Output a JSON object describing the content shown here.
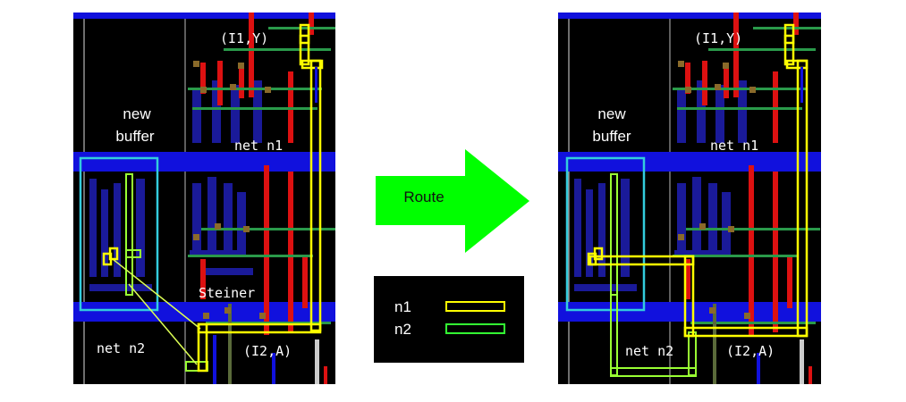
{
  "left_panel": {
    "buffer_label_1": "new",
    "buffer_label_2": "buffer",
    "pin_top": "(I1,Y)",
    "net1_label": "net n1",
    "steiner_label": "Steiner",
    "net2_label": "net n2",
    "pin_bottom": "(I2,A)"
  },
  "right_panel": {
    "buffer_label_1": "new",
    "buffer_label_2": "buffer",
    "pin_top": "(I1,Y)",
    "net1_label": "net n1",
    "net2_label": "net n2",
    "pin_bottom": "(I2,A)"
  },
  "arrow": {
    "label": "Route"
  },
  "legend": {
    "items": [
      {
        "name": "n1",
        "color": "#ffff00"
      },
      {
        "name": "n2",
        "color": "#33ff33"
      }
    ]
  },
  "colors": {
    "background": "#000000",
    "metal_blue": "#1111dd",
    "metal_dark_blue": "#1a1a99",
    "metal_red": "#dd1111",
    "via_brown": "#8a6a2a",
    "buffer_box": "#33ccdd",
    "arrow_green": "#00ff00",
    "net_n1": "#ffff00",
    "net_n2": "#99ff33"
  }
}
